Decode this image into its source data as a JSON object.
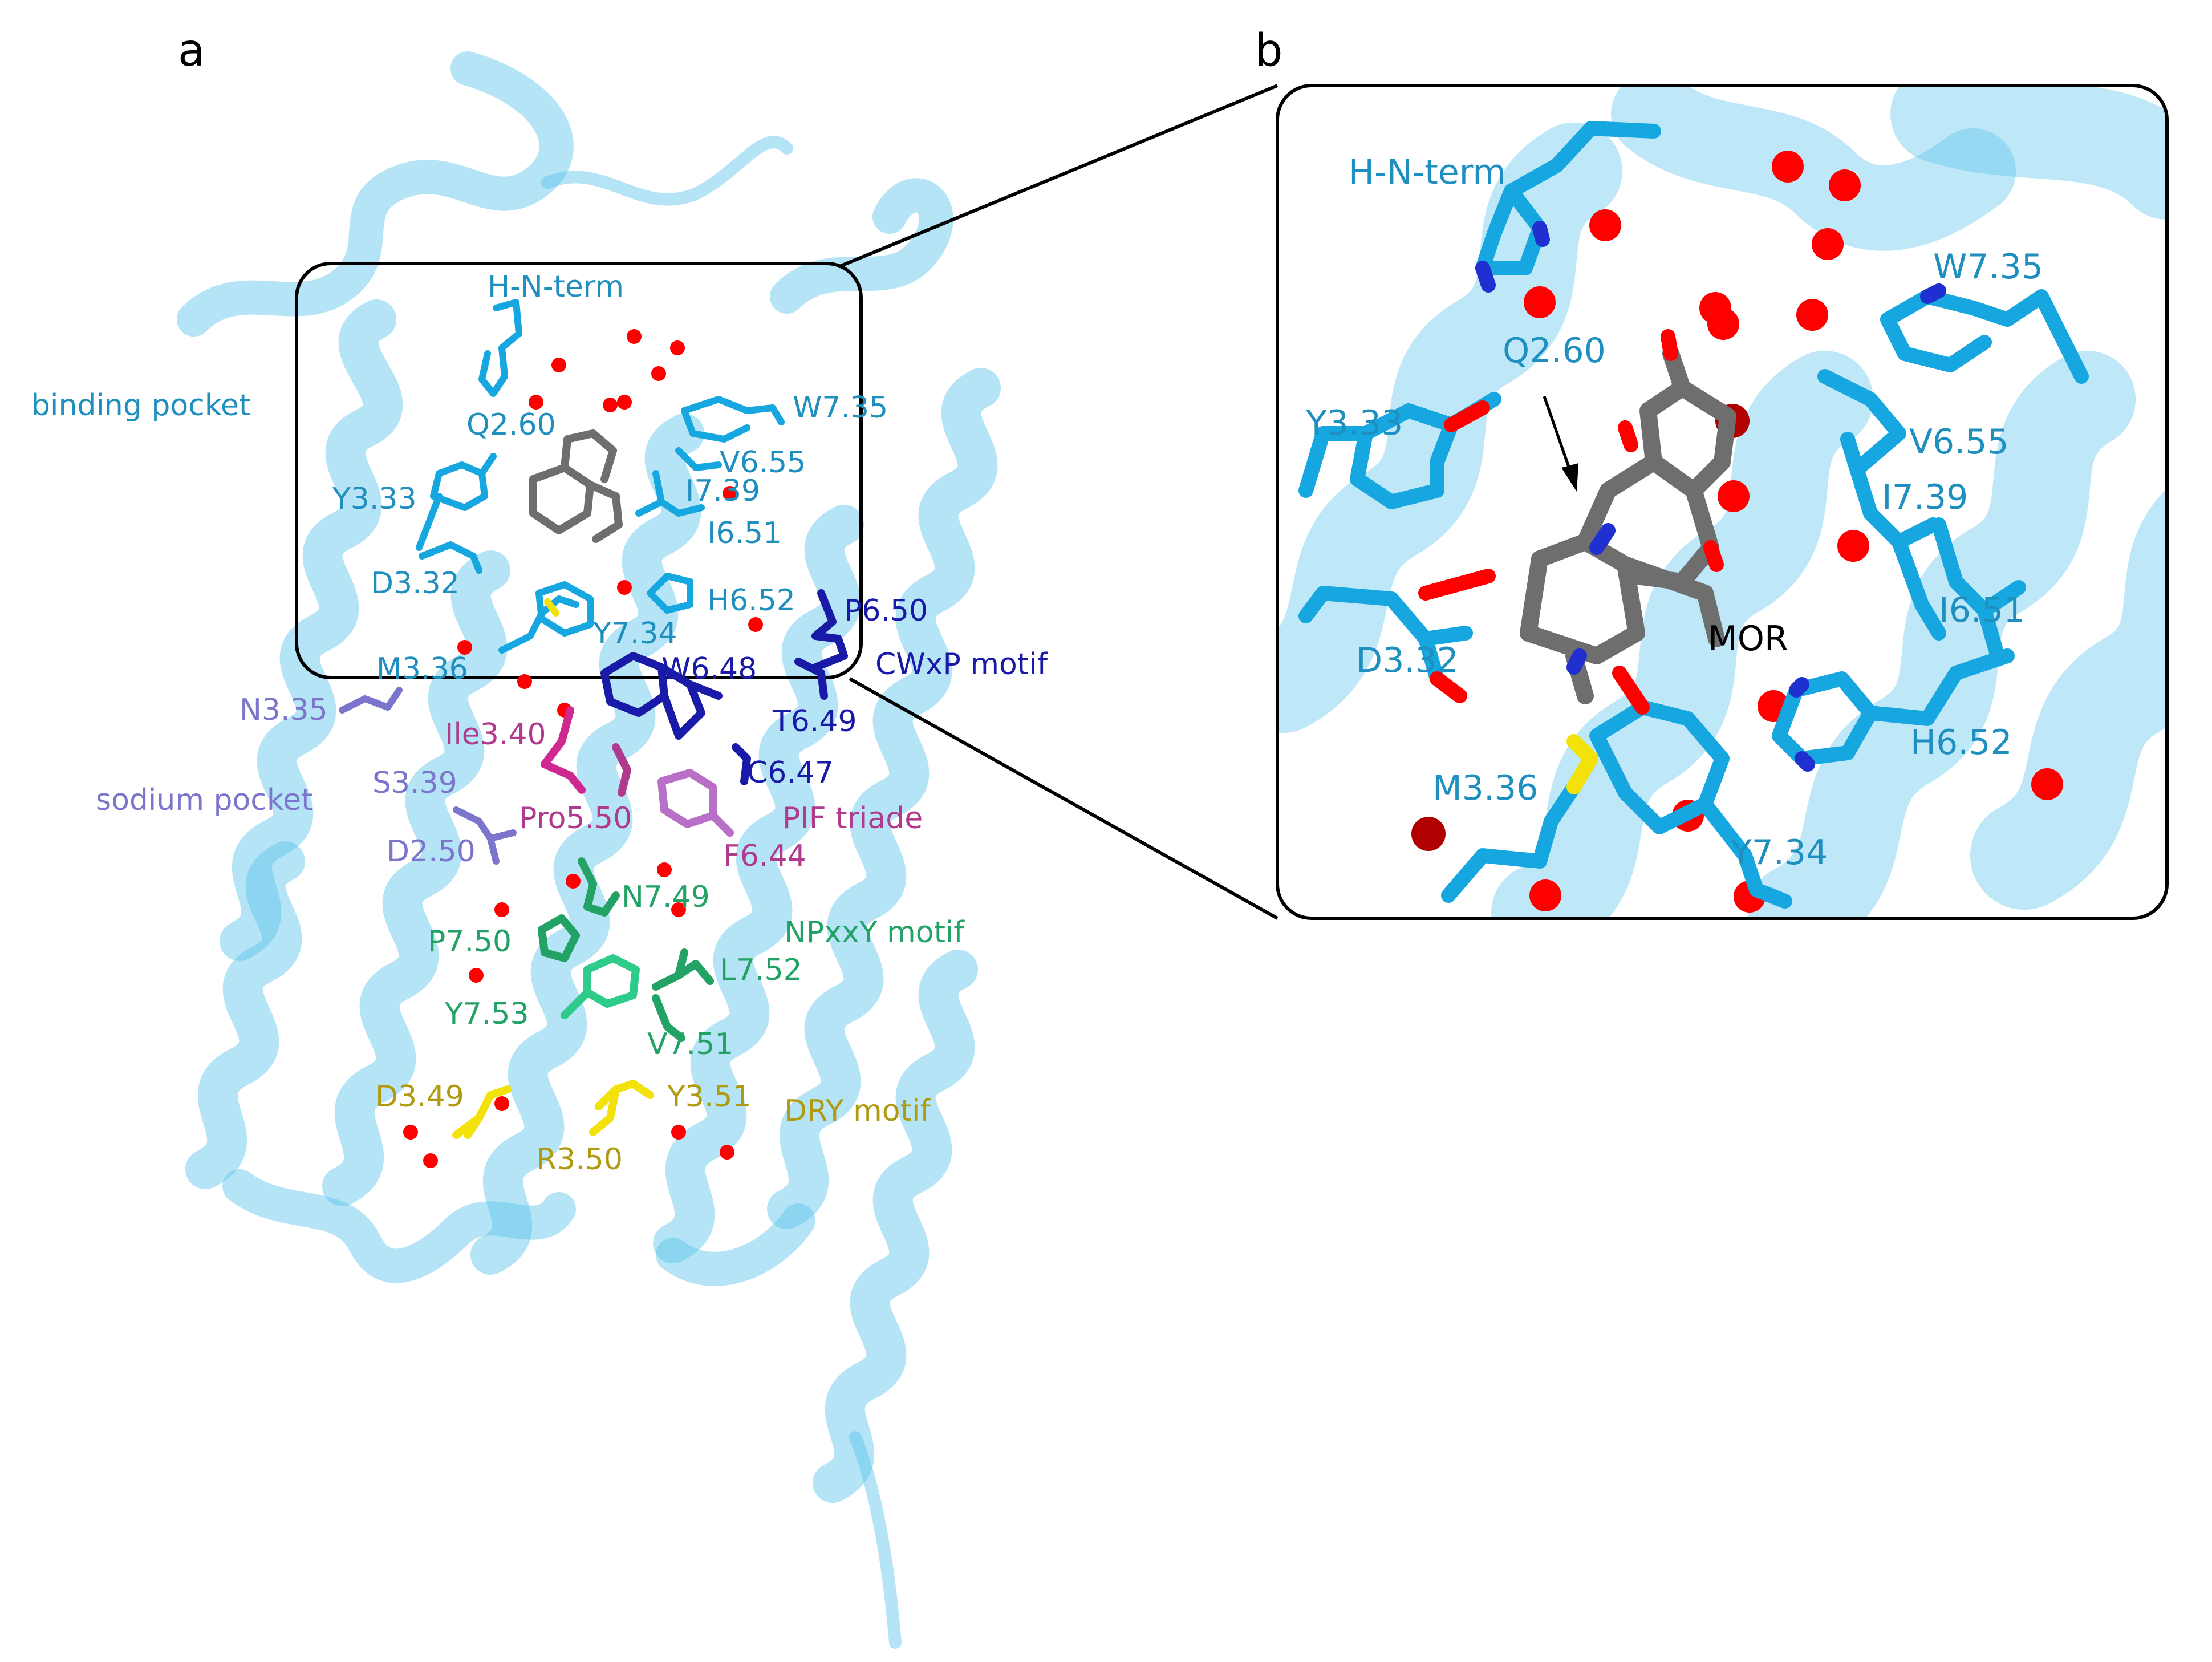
{
  "panels": {
    "a": "a",
    "b": "b"
  },
  "colors": {
    "helix": "#5cc4ec",
    "helix_dark": "#3aa8d6",
    "residue_cyan": "#17a7e0",
    "label_cyan": "#1f8fbf",
    "ligand": "#6e6e6e",
    "water": "#ff0000",
    "nitrogen": "#2030d0",
    "oxygen": "#ff0000",
    "sulfur": "#f2e20a",
    "cwxp": "#1a1aa8",
    "sodium": "#7b76cc",
    "pif": "#b03a8e",
    "npxxy": "#23a266",
    "dry": "#b09a10"
  },
  "panel_a": {
    "region_labels": {
      "binding_pocket": "binding pocket",
      "sodium_pocket": "sodium pocket",
      "cwxp_motif": "CWxP motif",
      "pif_triade": "PIF triade",
      "npxxy_motif": "NPxxY motif",
      "dry_motif": "DRY motif"
    },
    "residues": {
      "h_n_term": "H-N-term",
      "q2_60": "Q2.60",
      "w7_35": "W7.35",
      "v6_55": "V6.55",
      "i7_39": "I7.39",
      "i6_51": "I6.51",
      "y3_33": "Y3.33",
      "d3_32": "D3.32",
      "h6_52": "H6.52",
      "p6_50": "P6.50",
      "y7_34": "Y7.34",
      "m3_36": "M3.36",
      "w6_48": "W6.48",
      "n3_35": "N3.35",
      "t6_49": "T6.49",
      "ile3_40": "Ile3.40",
      "c6_47": "C6.47",
      "s3_39": "S3.39",
      "pro5_50": "Pro5.50",
      "d2_50": "D2.50",
      "f6_44": "F6.44",
      "n7_49": "N7.49",
      "p7_50": "P7.50",
      "l7_52": "L7.52",
      "y7_53": "Y7.53",
      "v7_51": "V7.51",
      "d3_49": "D3.49",
      "y3_51": "Y3.51",
      "r3_50": "R3.50"
    }
  },
  "panel_b": {
    "residues": {
      "h_n_term": "H-N-term",
      "w7_35": "W7.35",
      "q2_60": "Q2.60",
      "y3_33": "Y3.33",
      "v6_55": "V6.55",
      "i7_39": "I7.39",
      "i6_51": "I6.51",
      "d3_32": "D3.32",
      "mor": "MOR",
      "h6_52": "H6.52",
      "m3_36": "M3.36",
      "y7_34": "Y7.34"
    }
  }
}
